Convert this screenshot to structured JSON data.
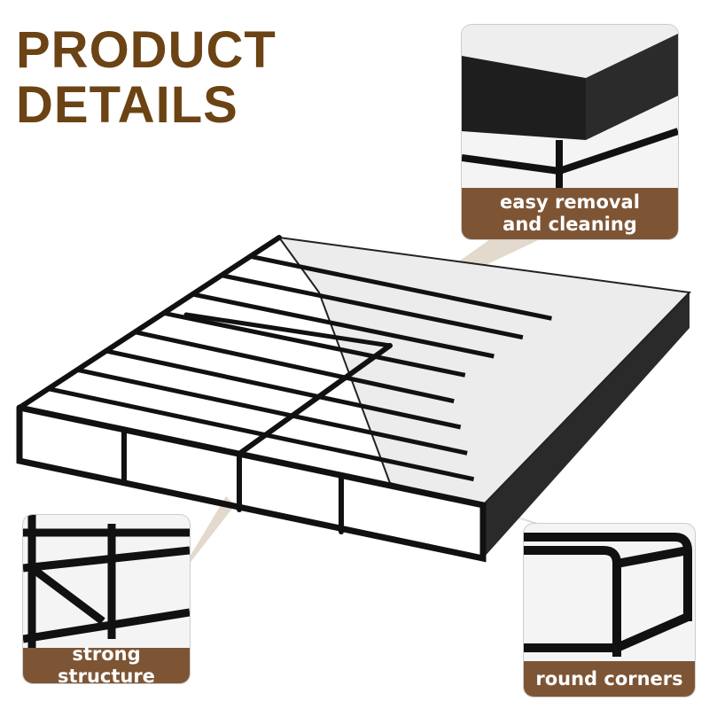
{
  "header": {
    "title_line1": "PRODUCT",
    "title_line2": "DETAILS"
  },
  "callouts": [
    {
      "line1": "easy removal",
      "line2": "and cleaning"
    },
    {
      "line1": "strong structure"
    },
    {
      "line1": "round corners"
    }
  ],
  "colors": {
    "brand": "#6b4314",
    "label_bg": "#7d5535",
    "frame": "#1a1a1a",
    "fabric": "#ececec"
  }
}
